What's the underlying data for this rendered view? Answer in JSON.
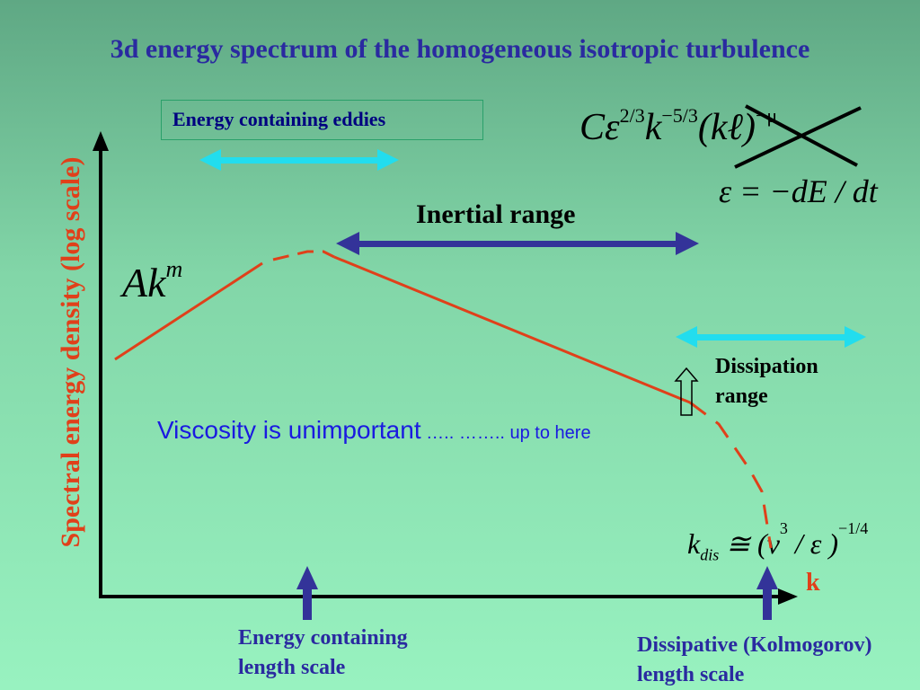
{
  "title": "3d energy spectrum of the homogeneous isotropic turbulence",
  "energy_containing_eddies": "Energy containing eddies",
  "y_axis_label": "Spectral energy density (log scale)",
  "x_axis_label": "k",
  "inertial_range": "Inertial range",
  "dissipation_range_line1": "Dissipation",
  "dissipation_range_line2": "range",
  "viscosity_main": "Viscosity is unimportant",
  "viscosity_dots": " ….. …….. up to here",
  "energy_length_line1": "Energy containing",
  "energy_length_line2": "length scale",
  "dissipative_length_line1": "Dissipative (Kolmogorov)",
  "dissipative_length_line2": "length scale",
  "akm": {
    "base": "Ak",
    "exp": "m"
  },
  "formula1": {
    "c_eps": "Cε",
    "exp1": "2/3",
    "k": "k",
    "exp2": "−5/3",
    "crossed": "(kℓ)",
    "exp3": "−μ"
  },
  "formula2": "ε = −dE / dt",
  "formula3": {
    "k": "k",
    "sub": "dis",
    "rel": " ≅ (ν",
    "nu_exp": "3",
    "rest": " / ε )",
    "exp": "−1/4"
  },
  "colors": {
    "curve": "#e0401a",
    "inertial_arrow": "#333399",
    "cyan_arrow": "#22ddee",
    "axis": "#000000",
    "marker_arrow": "#333399"
  }
}
